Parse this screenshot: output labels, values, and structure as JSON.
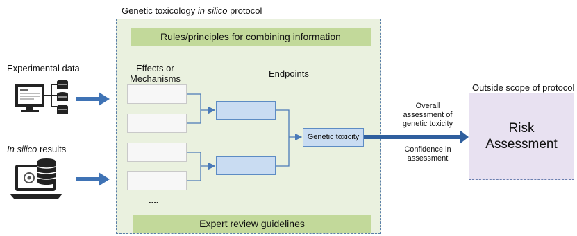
{
  "protocol": {
    "title_prefix": "Genetic toxicology ",
    "title_italic": "in silico",
    "title_suffix": " protocol",
    "rules_bar": "Rules/principles for combining information",
    "expert_bar": "Expert review guidelines",
    "effects_label_line1": "Effects or",
    "effects_label_line2": "Mechanisms",
    "endpoints_label": "Endpoints",
    "genetic_toxicity_box": "Genetic toxicity",
    "ellipsis": "...."
  },
  "inputs": {
    "experimental_label": "Experimental data",
    "insilico_italic": "In silico",
    "insilico_rest": " results"
  },
  "outputs": {
    "overall_line1": "Overall",
    "overall_line2": "assessment of",
    "overall_line3": "genetic toxicity",
    "confidence_line1": "Confidence in",
    "confidence_line2": "assessment",
    "outside_scope_label": "Outside scope of protocol",
    "risk_line1": "Risk",
    "risk_line2": "Assessment"
  },
  "colors": {
    "protocol_bg": "#eaf1df",
    "green_bar": "#c2d99a",
    "blue_box": "#c9dcf2",
    "arrow_blue": "#4a7ab8",
    "risk_bg": "#e8e1f1"
  },
  "icons": [
    "computer-database-icon",
    "laptop-database-icon",
    "arrow-right-icon"
  ]
}
